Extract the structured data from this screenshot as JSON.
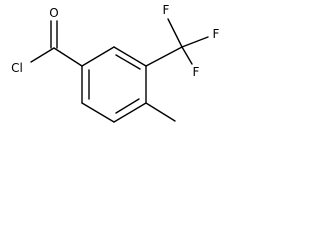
{
  "molecule": {
    "labels": {
      "oxygen": "O",
      "chlorine": "Cl",
      "fluorine_1": "F",
      "fluorine_2": "F",
      "fluorine_3": "F"
    },
    "line_color": "#000000",
    "background": "#ffffff"
  }
}
